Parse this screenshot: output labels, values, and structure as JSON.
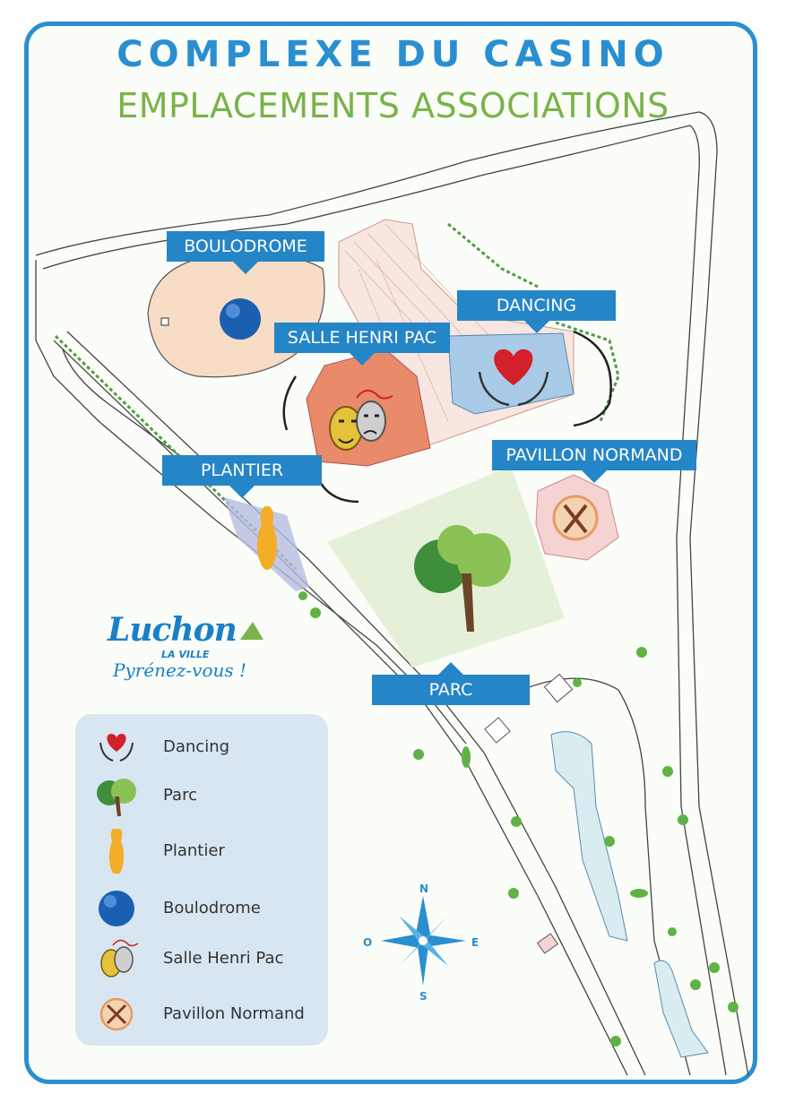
{
  "title": "COMPLEXE DU CASINO",
  "subtitle": "EMPLACEMENTS ASSOCIATIONS",
  "labels": {
    "boulodrome": "BOULODROME",
    "salle": "SALLE HENRI PAC",
    "dancing": "DANCING",
    "pavillon": "PAVILLON NORMAND",
    "plantier": "PLANTIER",
    "parc": "PARC"
  },
  "logo": {
    "name": "Luchon",
    "sub": "LA VILLE",
    "tagline": "Pyrénez-vous !"
  },
  "legend": [
    {
      "icon": "heart-hands-icon",
      "label": "Dancing"
    },
    {
      "icon": "tree-icon",
      "label": "Parc"
    },
    {
      "icon": "bowling-pin-icon",
      "label": "Plantier"
    },
    {
      "icon": "boule-icon",
      "label": "Boulodrome"
    },
    {
      "icon": "theater-masks-icon",
      "label": "Salle Henri Pac"
    },
    {
      "icon": "fork-knife-icon",
      "label": "Pavillon Normand"
    }
  ],
  "compass": {
    "n": "N",
    "s": "S",
    "e": "E",
    "o": "O"
  },
  "colors": {
    "blue": "#2485c7",
    "green": "#79b34a",
    "salle": "#e98a6b",
    "dancing": "#a9cbe8",
    "boulodrome": "#f7dcc6"
  }
}
